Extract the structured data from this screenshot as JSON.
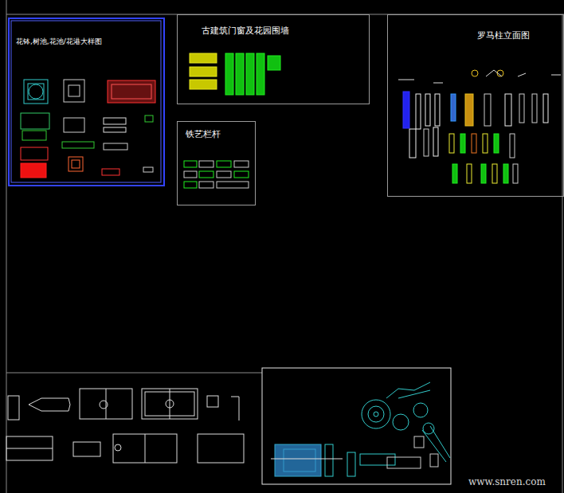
{
  "diagram": {
    "nodes": [
      {
        "text": [
          "花钵,树池,花池/花港大样图"
        ]
      },
      {
        "text": [
          "古建筑门窗及花园围墙"
        ]
      },
      {
        "text": [
          "铁艺栏杆"
        ]
      },
      {
        "text": [
          "罗马柱立面图"
        ]
      }
    ],
    "labels": [
      "www.snren.com"
    ]
  }
}
